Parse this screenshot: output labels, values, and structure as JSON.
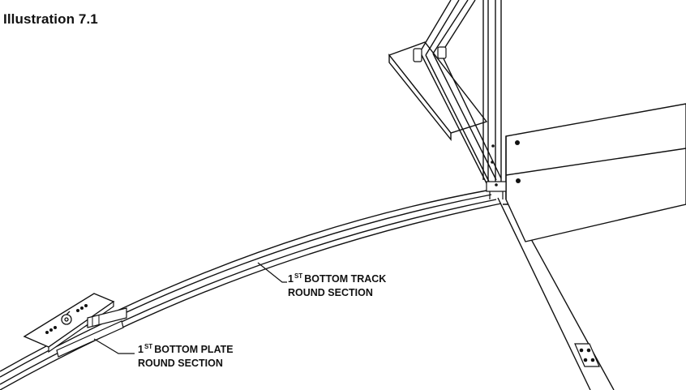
{
  "figure": {
    "title": "Illustration 7.1"
  },
  "callouts": {
    "track": {
      "ordinal_number": "1",
      "ordinal_suffix": "ST",
      "line1_rest": "BOTTOM TRACK",
      "line2": "ROUND SECTION"
    },
    "plate": {
      "ordinal_number": "1",
      "ordinal_suffix": "ST",
      "line1_rest": "BOTTOM PLATE",
      "line2": "ROUND SECTION"
    }
  }
}
